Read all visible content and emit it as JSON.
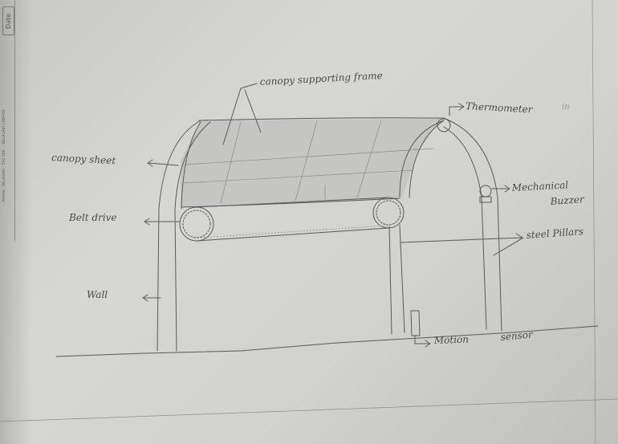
{
  "margin": {
    "date_label": "Date",
    "printed_text": "…MAHAL, BELAGAVI · 590 008 … BELAGAVI CAMPUS"
  },
  "labels": {
    "canopy_frame": "canopy supporting frame",
    "thermometer": "Thermometer",
    "thermometer_suffix": "in",
    "canopy_sheet": "canopy sheet",
    "mechanical": "Mechanical",
    "buzzer": "Buzzer",
    "belt_drive": "Belt drive",
    "steel_pillars": "steel Pillars",
    "wall": "Wall",
    "motion": "Motion",
    "sensor": "sensor"
  },
  "colors": {
    "paper": "#d2d2cf",
    "pencil": "#5a5a5c"
  }
}
